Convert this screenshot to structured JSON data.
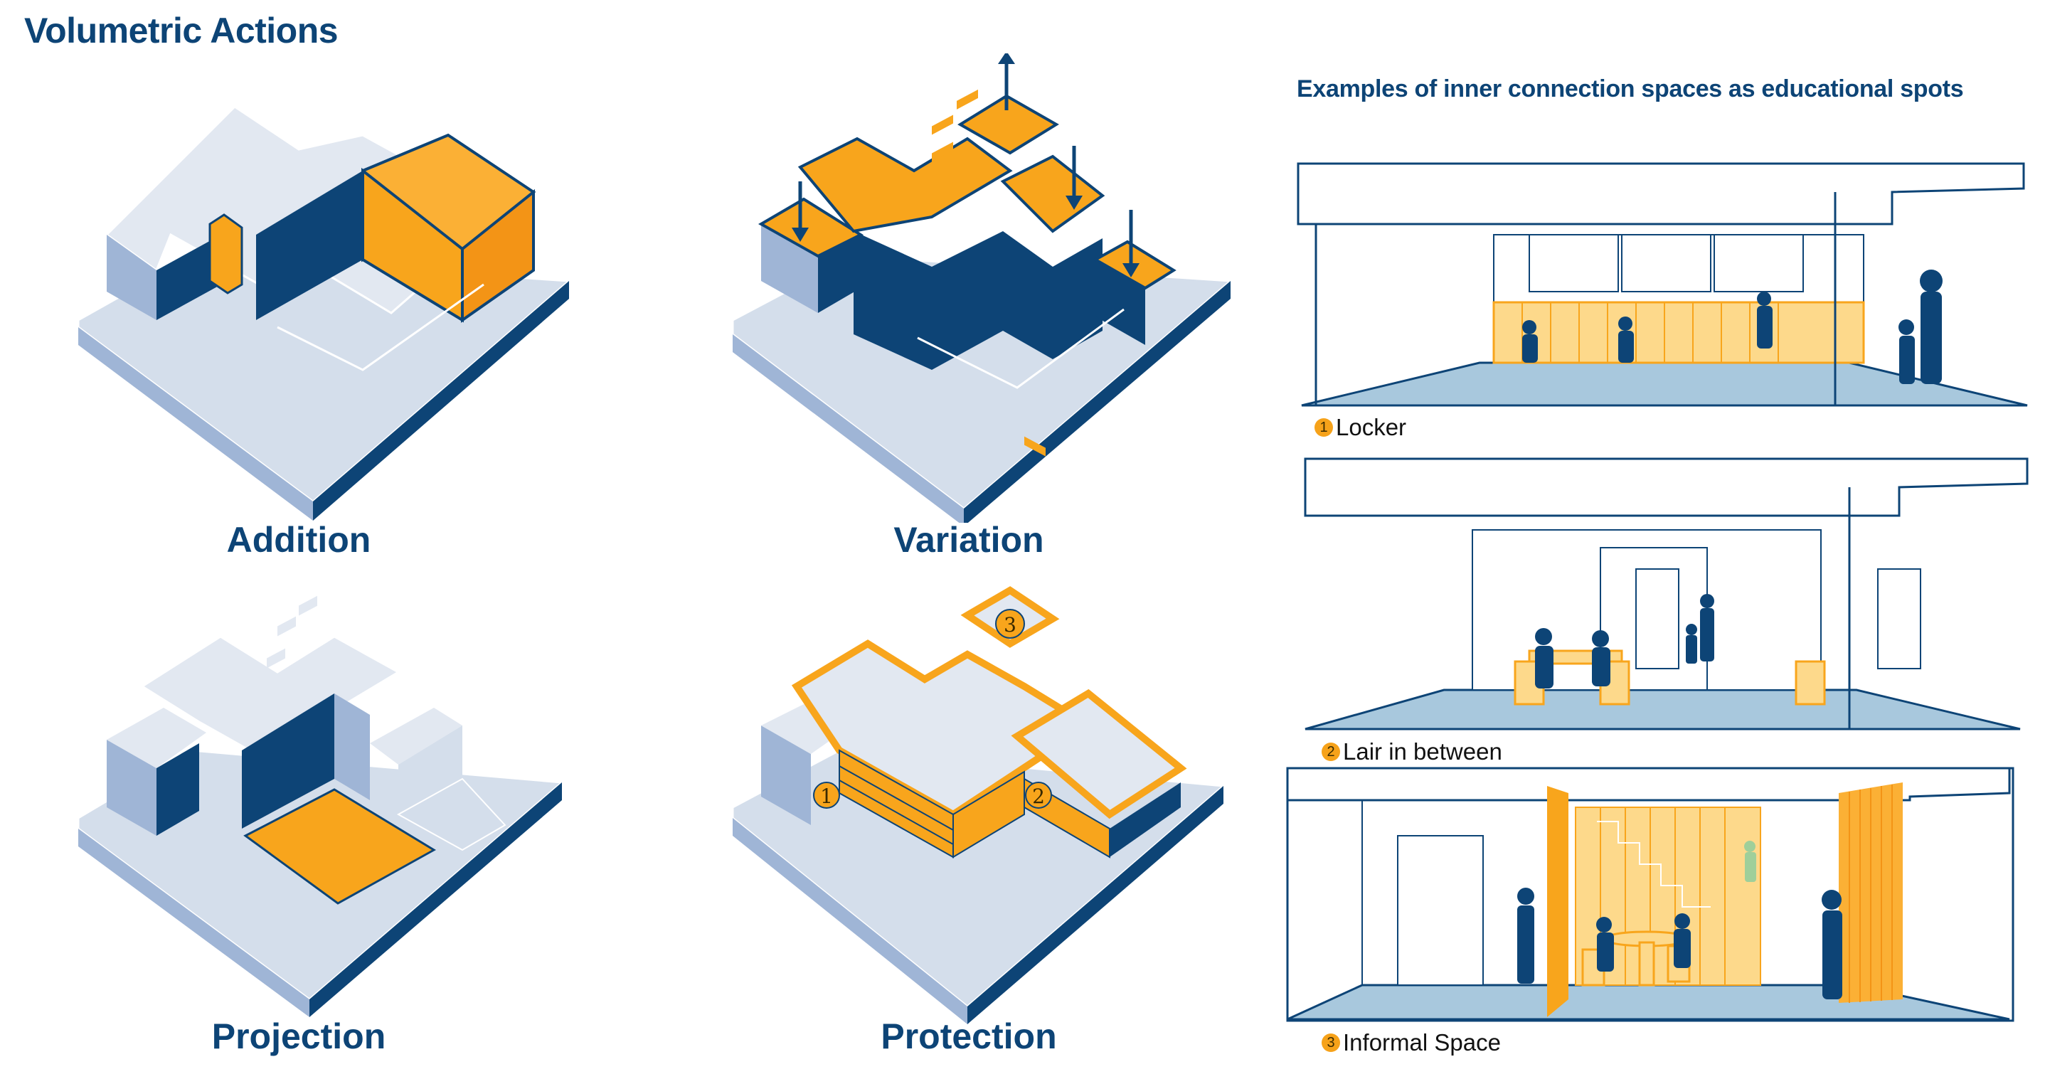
{
  "title": "Volumetric Actions",
  "diagrams": {
    "addition": {
      "label": "Addition"
    },
    "variation": {
      "label": "Variation"
    },
    "projection": {
      "label": "Projection"
    },
    "protection": {
      "label": "Protection",
      "markers": [
        "1",
        "2",
        "3"
      ]
    }
  },
  "examples": {
    "subtitle": "Examples of inner connection spaces as educational spots",
    "items": [
      {
        "number": "1",
        "label": "Locker"
      },
      {
        "number": "2",
        "label": "Lair in between"
      },
      {
        "number": "3",
        "label": "Informal Space"
      }
    ]
  },
  "colors": {
    "navy": "#0d4476",
    "light_blue": "#d4deeb",
    "mid_blue": "#9fb5d6",
    "orange": "#f8a51c",
    "floor_blue": "#9cc0d9"
  }
}
